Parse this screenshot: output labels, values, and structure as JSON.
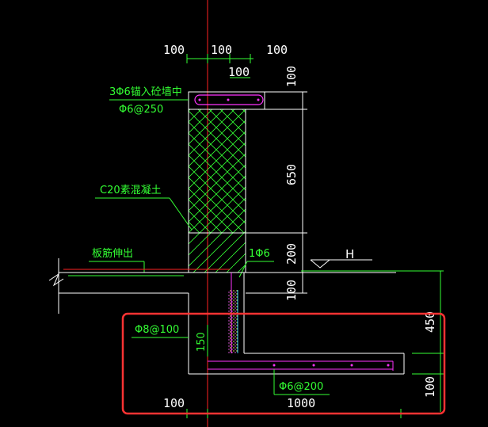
{
  "dimensions": {
    "top_left": "100",
    "top_mid": "100",
    "top_right": "100",
    "top_sub": "100",
    "right_100_top": "100",
    "right_650": "650",
    "right_200": "200",
    "right_100_mid": "100",
    "right_450": "450",
    "right_100_bottom": "100",
    "bottom_left": "100",
    "bottom_1000": "1000",
    "wall_150": "150"
  },
  "labels": {
    "anchor_rebar_line1": "3Φ6锚入砼墙中",
    "anchor_rebar_line2": "Φ6@250",
    "concrete": "C20素混凝土",
    "slab_rebar": "板筋伸出",
    "phi6": "1Φ6",
    "level_mark": "H",
    "phi8": "Φ8@100",
    "phi6_200": "Φ6@200"
  },
  "colors": {
    "background": "#000000",
    "green": "#33ff33",
    "white": "#ffffff",
    "magenta": "#ff33ff",
    "red": "#ff2222",
    "highlight": "#ff3333",
    "cyan": "#33ccff"
  }
}
